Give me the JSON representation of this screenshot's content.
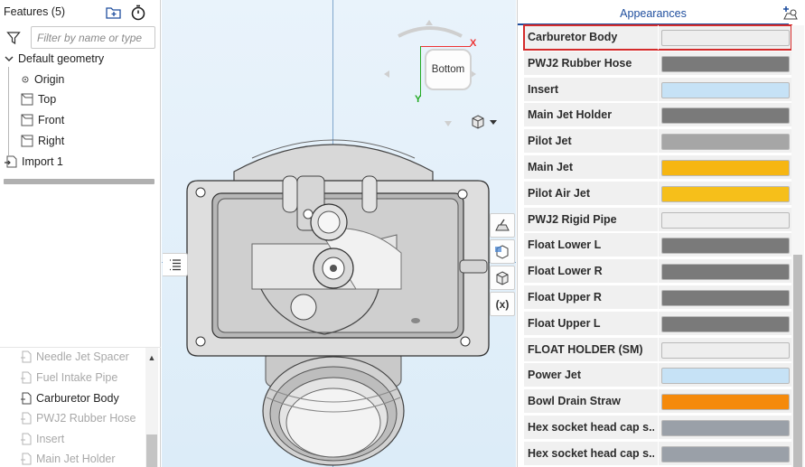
{
  "feature_panel": {
    "title": "Features (5)",
    "filter_placeholder": "Filter by name or type",
    "tree": {
      "default_geometry": "Default geometry",
      "origin": "Origin",
      "top": "Top",
      "front": "Front",
      "right": "Right",
      "import": "Import 1"
    },
    "parts_list": [
      {
        "label": "Needle Jet Spacer",
        "state": "hidden"
      },
      {
        "label": "Fuel Intake Pipe",
        "state": "hidden"
      },
      {
        "label": "Carburetor Body",
        "state": "visible"
      },
      {
        "label": "PWJ2 Rubber Hose",
        "state": "hidden"
      },
      {
        "label": "Insert",
        "state": "hidden"
      },
      {
        "label": "Main Jet Holder",
        "state": "hidden"
      }
    ]
  },
  "graphics": {
    "view_cube": {
      "face": "Bottom",
      "x_axis": "X",
      "y_axis": "Y"
    }
  },
  "appearances": {
    "title": "Appearances",
    "rows": [
      {
        "name": "Carburetor Body",
        "color": "#eeeeee",
        "selected": true
      },
      {
        "name": "PWJ2 Rubber Hose",
        "color": "#7a7a7a"
      },
      {
        "name": "Insert",
        "color": "#c6e2f6"
      },
      {
        "name": "Main Jet Holder",
        "color": "#7a7a7a"
      },
      {
        "name": "Pilot Jet",
        "color": "#a6a6a6"
      },
      {
        "name": "Main Jet",
        "color": "#f6b612"
      },
      {
        "name": "Pilot Air Jet",
        "color": "#f6bf1a"
      },
      {
        "name": "PWJ2 Rigid Pipe",
        "color": "#eeeeee"
      },
      {
        "name": "Float Lower L",
        "color": "#7a7a7a"
      },
      {
        "name": "Float Lower R",
        "color": "#7a7a7a"
      },
      {
        "name": "Float Upper R",
        "color": "#7a7a7a"
      },
      {
        "name": "Float Upper L",
        "color": "#7a7a7a"
      },
      {
        "name": "FLOAT HOLDER (SM)",
        "color": "#eeeeee"
      },
      {
        "name": "Power Jet",
        "color": "#c6e2f6"
      },
      {
        "name": "Bowl Drain Straw",
        "color": "#f58a0b"
      },
      {
        "name": "Hex socket head cap s...",
        "color": "#9aa0a8"
      },
      {
        "name": "Hex socket head cap s...",
        "color": "#9aa0a8"
      }
    ]
  }
}
